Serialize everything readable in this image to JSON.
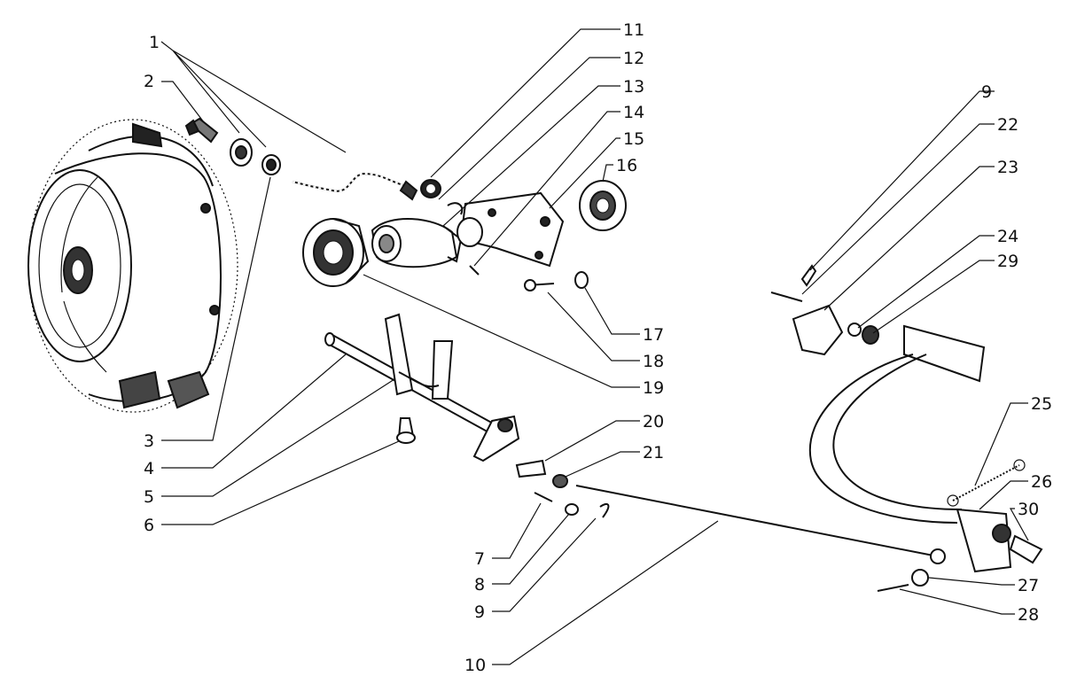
{
  "diagram": {
    "parts": [
      {
        "id": "1",
        "label": "1"
      },
      {
        "id": "2",
        "label": "2"
      },
      {
        "id": "3",
        "label": "3"
      },
      {
        "id": "4",
        "label": "4"
      },
      {
        "id": "5",
        "label": "5"
      },
      {
        "id": "6",
        "label": "6"
      },
      {
        "id": "7",
        "label": "7"
      },
      {
        "id": "8",
        "label": "8"
      },
      {
        "id": "9a",
        "label": "9"
      },
      {
        "id": "9b",
        "label": "9"
      },
      {
        "id": "10",
        "label": "10"
      },
      {
        "id": "11",
        "label": "11"
      },
      {
        "id": "12",
        "label": "12"
      },
      {
        "id": "13",
        "label": "13"
      },
      {
        "id": "14",
        "label": "14"
      },
      {
        "id": "15",
        "label": "15"
      },
      {
        "id": "16",
        "label": "16"
      },
      {
        "id": "17",
        "label": "17"
      },
      {
        "id": "18",
        "label": "18"
      },
      {
        "id": "19",
        "label": "19"
      },
      {
        "id": "20",
        "label": "20"
      },
      {
        "id": "21",
        "label": "21"
      },
      {
        "id": "22",
        "label": "22"
      },
      {
        "id": "23",
        "label": "23"
      },
      {
        "id": "24",
        "label": "24"
      },
      {
        "id": "25",
        "label": "25"
      },
      {
        "id": "26",
        "label": "26"
      },
      {
        "id": "27",
        "label": "27"
      },
      {
        "id": "28",
        "label": "28"
      },
      {
        "id": "29",
        "label": "29"
      },
      {
        "id": "30",
        "label": "30"
      }
    ]
  }
}
